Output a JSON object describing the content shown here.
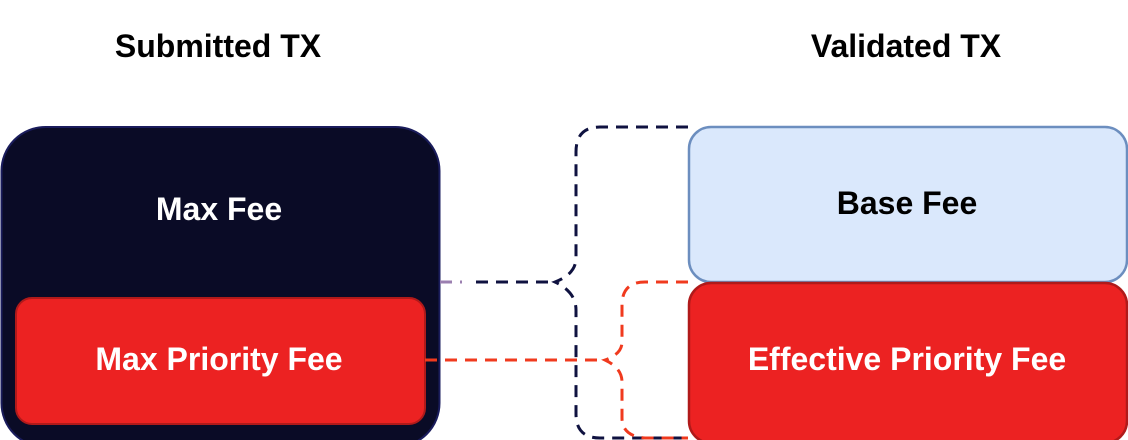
{
  "headings": {
    "submitted": "Submitted TX",
    "validated": "Validated TX"
  },
  "boxes": {
    "max_fee": "Max Fee",
    "max_priority_fee": "Max Priority Fee",
    "base_fee": "Base Fee",
    "effective_priority_fee": "Effective Priority Fee"
  },
  "colors": {
    "dark": "#0a0b26",
    "red": "#ec2222",
    "light_blue": "#dae8fc",
    "blue_stroke": "#6c8ebf",
    "dash_red": "#f03a1e"
  }
}
